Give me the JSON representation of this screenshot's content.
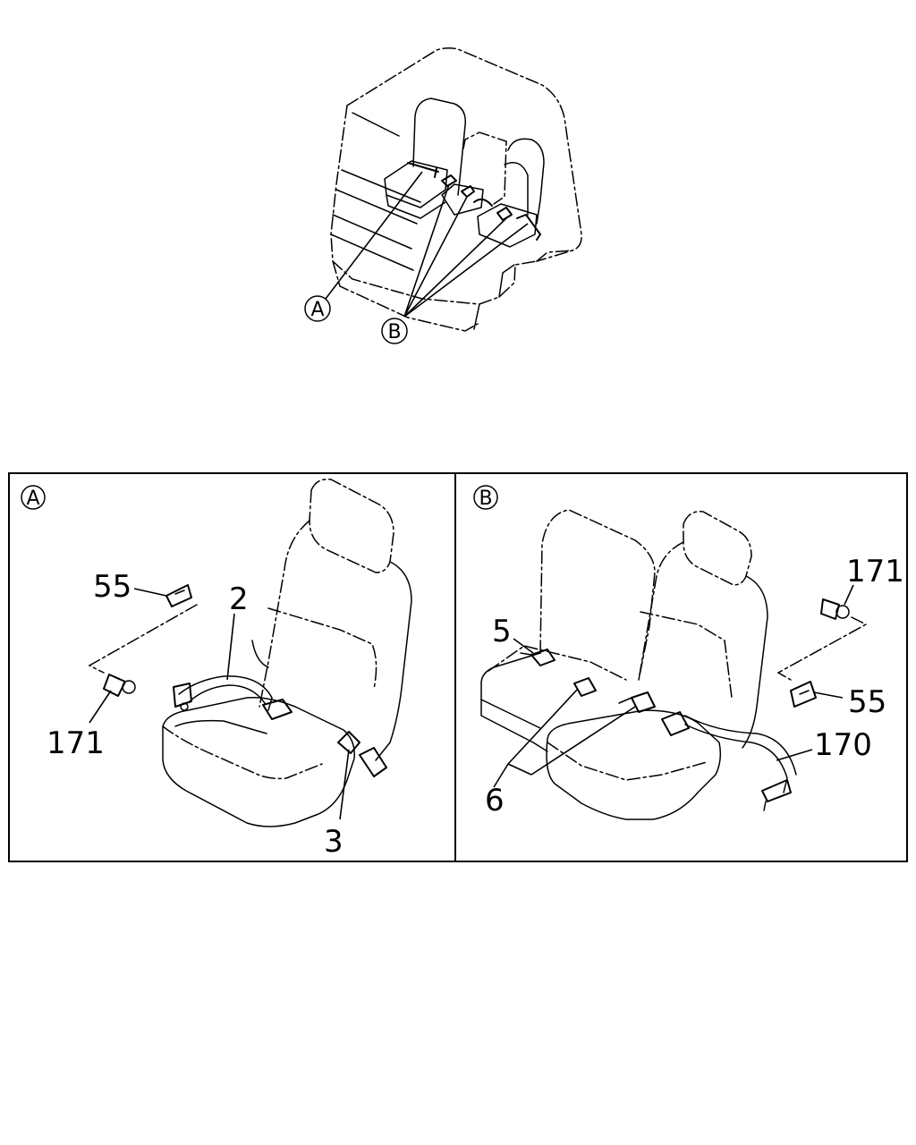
{
  "overview": {
    "callout_a": "A",
    "callout_b": "B"
  },
  "panels": [
    {
      "id": "A",
      "badge": "A",
      "parts": [
        "55",
        "2",
        "171",
        "3"
      ]
    },
    {
      "id": "B",
      "badge": "B",
      "parts": [
        "5",
        "171",
        "55",
        "6",
        "170"
      ]
    }
  ]
}
